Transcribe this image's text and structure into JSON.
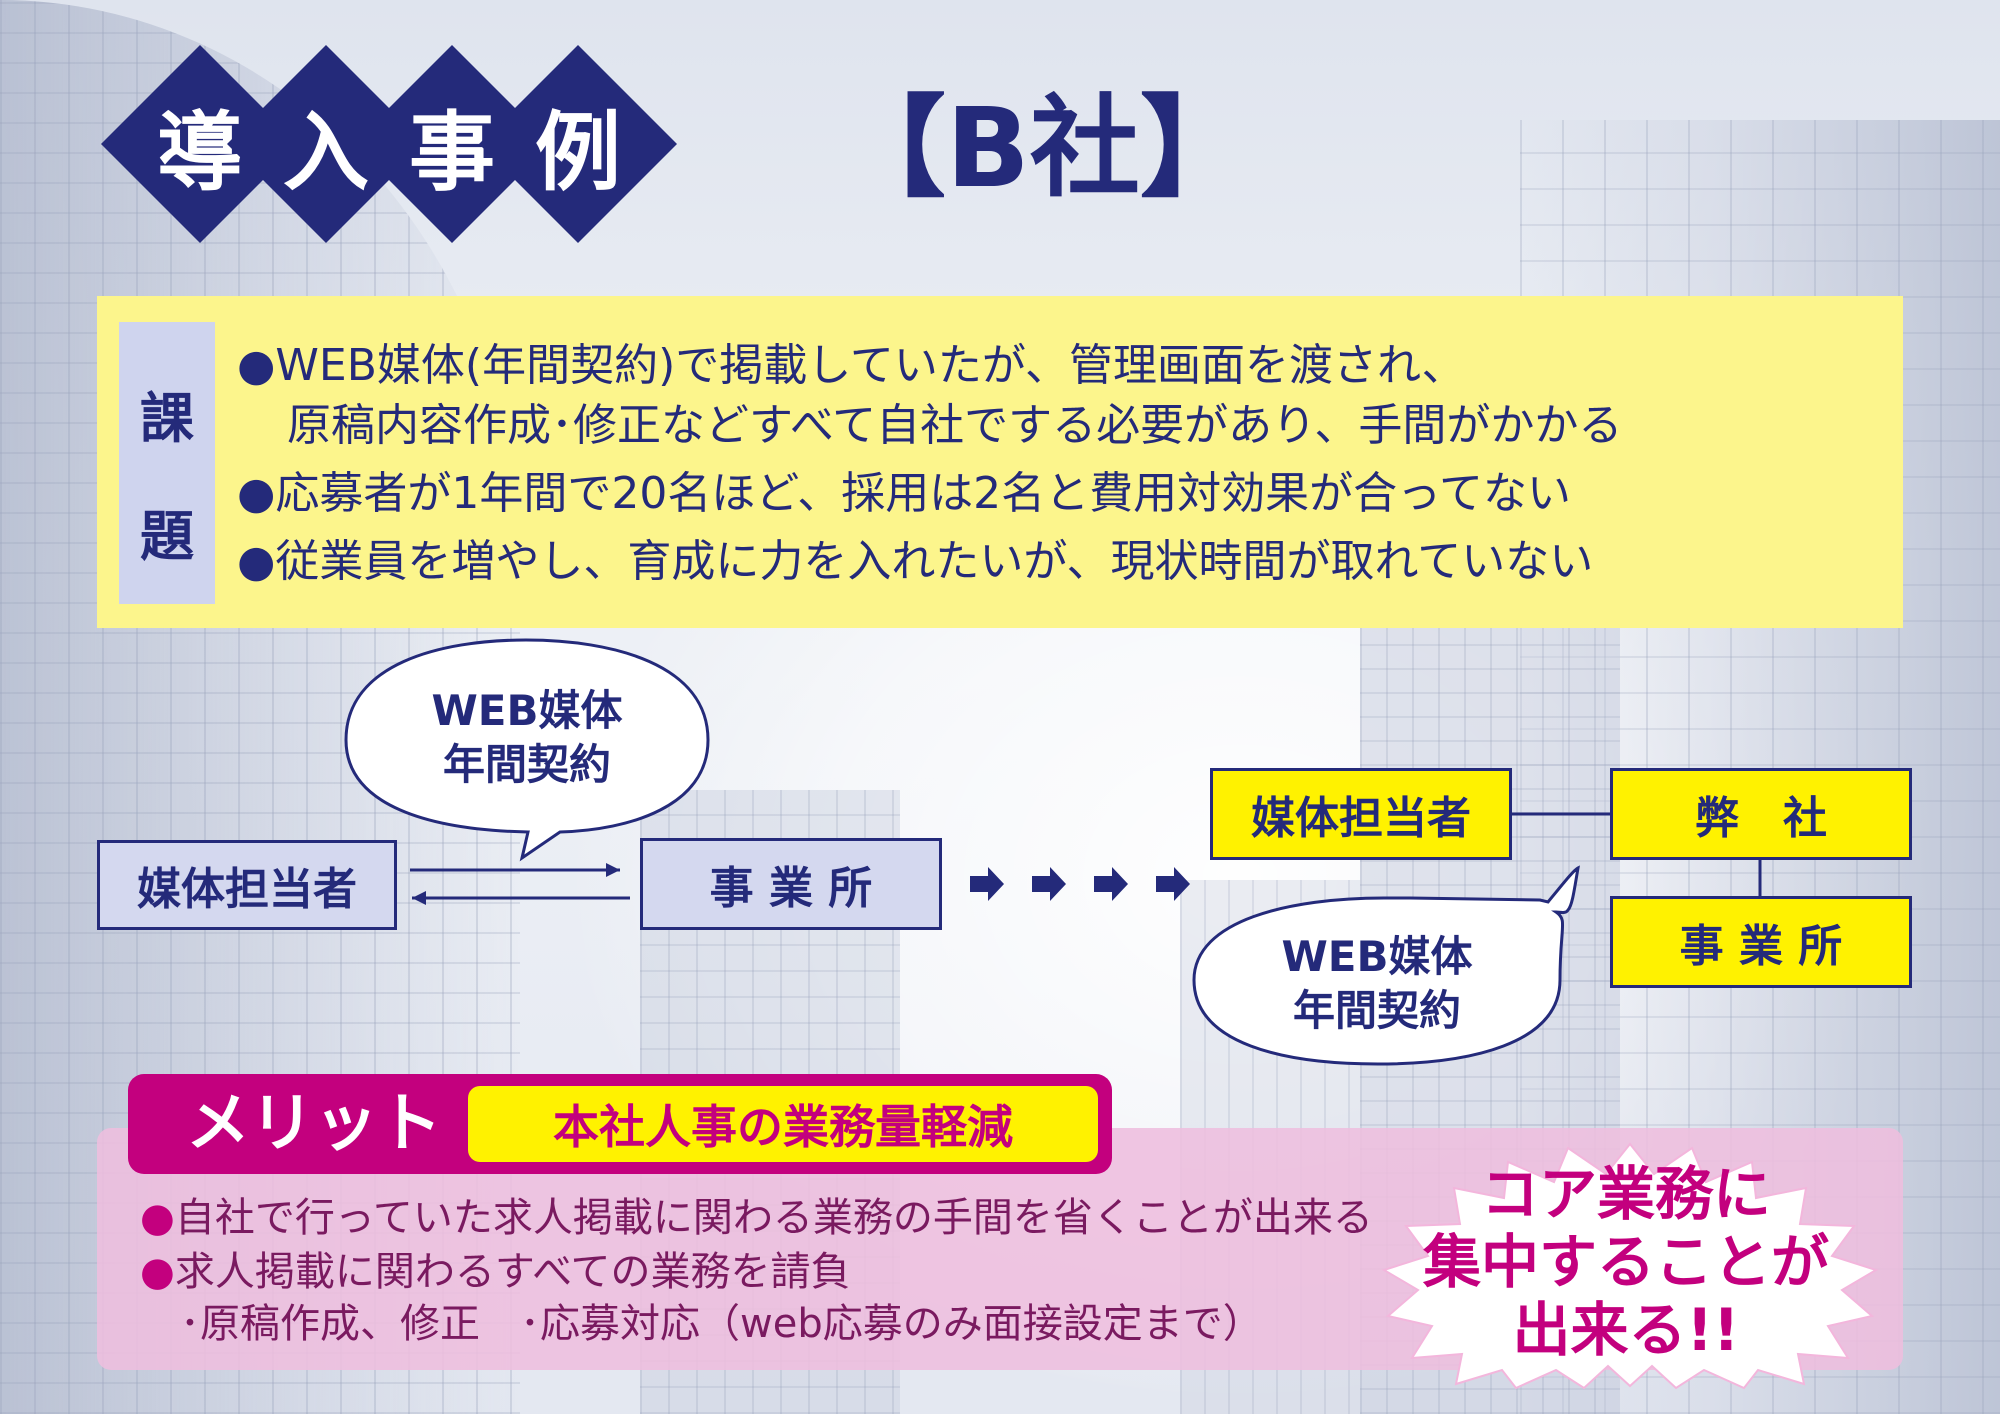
{
  "title": {
    "chars": [
      "導",
      "入",
      "事",
      "例"
    ],
    "company": "【B社】"
  },
  "issues": {
    "label_chars": [
      "課",
      "題"
    ],
    "bullet": "●",
    "lines": [
      "WEB媒体(年間契約)で掲載していたが、管理画面を渡され、",
      "原稿内容作成･修正などすべて自社でする必要があり、手間がかかる",
      "応募者が1年間で20名ほど、採用は2名と費用対効果が合ってない",
      "従業員を増やし、育成に力を入れたいが、現状時間が取れていない"
    ]
  },
  "diagram": {
    "before": {
      "media_staff": "媒体担当者",
      "office": "事 業 所",
      "bubble_line1": "WEB媒体",
      "bubble_line2": "年間契約"
    },
    "after": {
      "media_staff": "媒体担当者",
      "our_company": "弊　社",
      "office": "事 業 所",
      "bubble_line1": "WEB媒体",
      "bubble_line2": "年間契約"
    }
  },
  "merit": {
    "label": "メリット",
    "headline": "本社人事の業務量軽減",
    "bullet": "●",
    "lines": [
      "自社で行っていた求人掲載に関わる業務の手間を省くことが出来る",
      "求人掲載に関わるすべての業務を請負",
      "･原稿作成、修正　･応募対応（web応募のみ面接設定まで）"
    ],
    "burst_line1": "コア業務に",
    "burst_line2": "集中することが",
    "burst_line3": "出来る!!"
  },
  "colors": {
    "navy": "#242a7a",
    "yellow_box": "#fcf58c",
    "yellow_label": "#fff200",
    "magenta": "#c3007e",
    "pink_panel": "#eebede"
  }
}
